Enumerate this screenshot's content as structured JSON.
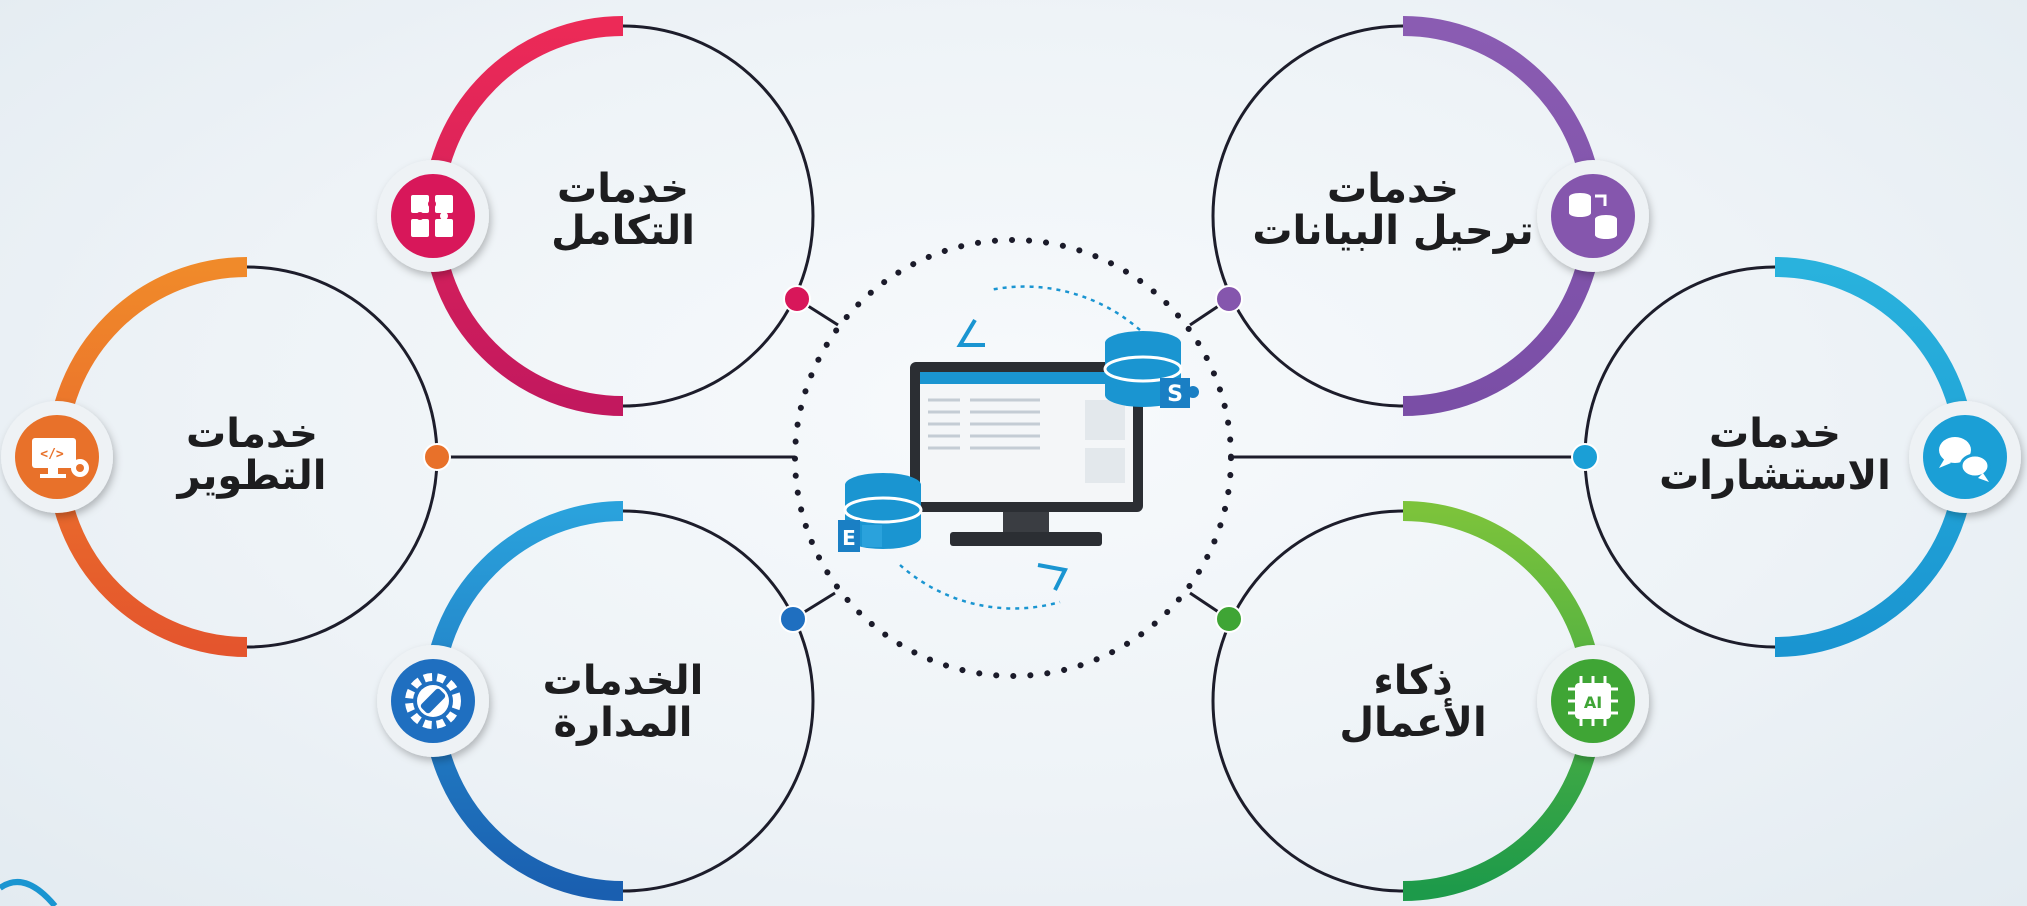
{
  "services": [
    {
      "id": "integration",
      "line1": "خدمات",
      "line2": "التكامل",
      "color": "#d8175a",
      "icon": "puzzle-icon"
    },
    {
      "id": "development",
      "line1": "خدمات",
      "line2": "التطوير",
      "color": "#e8712a",
      "icon": "code-monitor-icon"
    },
    {
      "id": "managed",
      "line1": "الخدمات",
      "line2": "المدارة",
      "color": "#1f78c4",
      "icon": "wrench-gear-icon"
    },
    {
      "id": "migration",
      "line1": "خدمات",
      "line2": "ترحيل البيانات",
      "color": "#8556ad",
      "icon": "database-transfer-icon"
    },
    {
      "id": "consulting",
      "line1": "خدمات",
      "line2": "الاستشارات",
      "color": "#1b9fd6",
      "icon": "chat-bubbles-icon"
    },
    {
      "id": "business-intelligence",
      "line1": "ذكاء",
      "line2": "الأعمال",
      "color": "#3fa535",
      "icon": "ai-chip-icon"
    }
  ],
  "center": {
    "icon": "computer-database-icon"
  }
}
